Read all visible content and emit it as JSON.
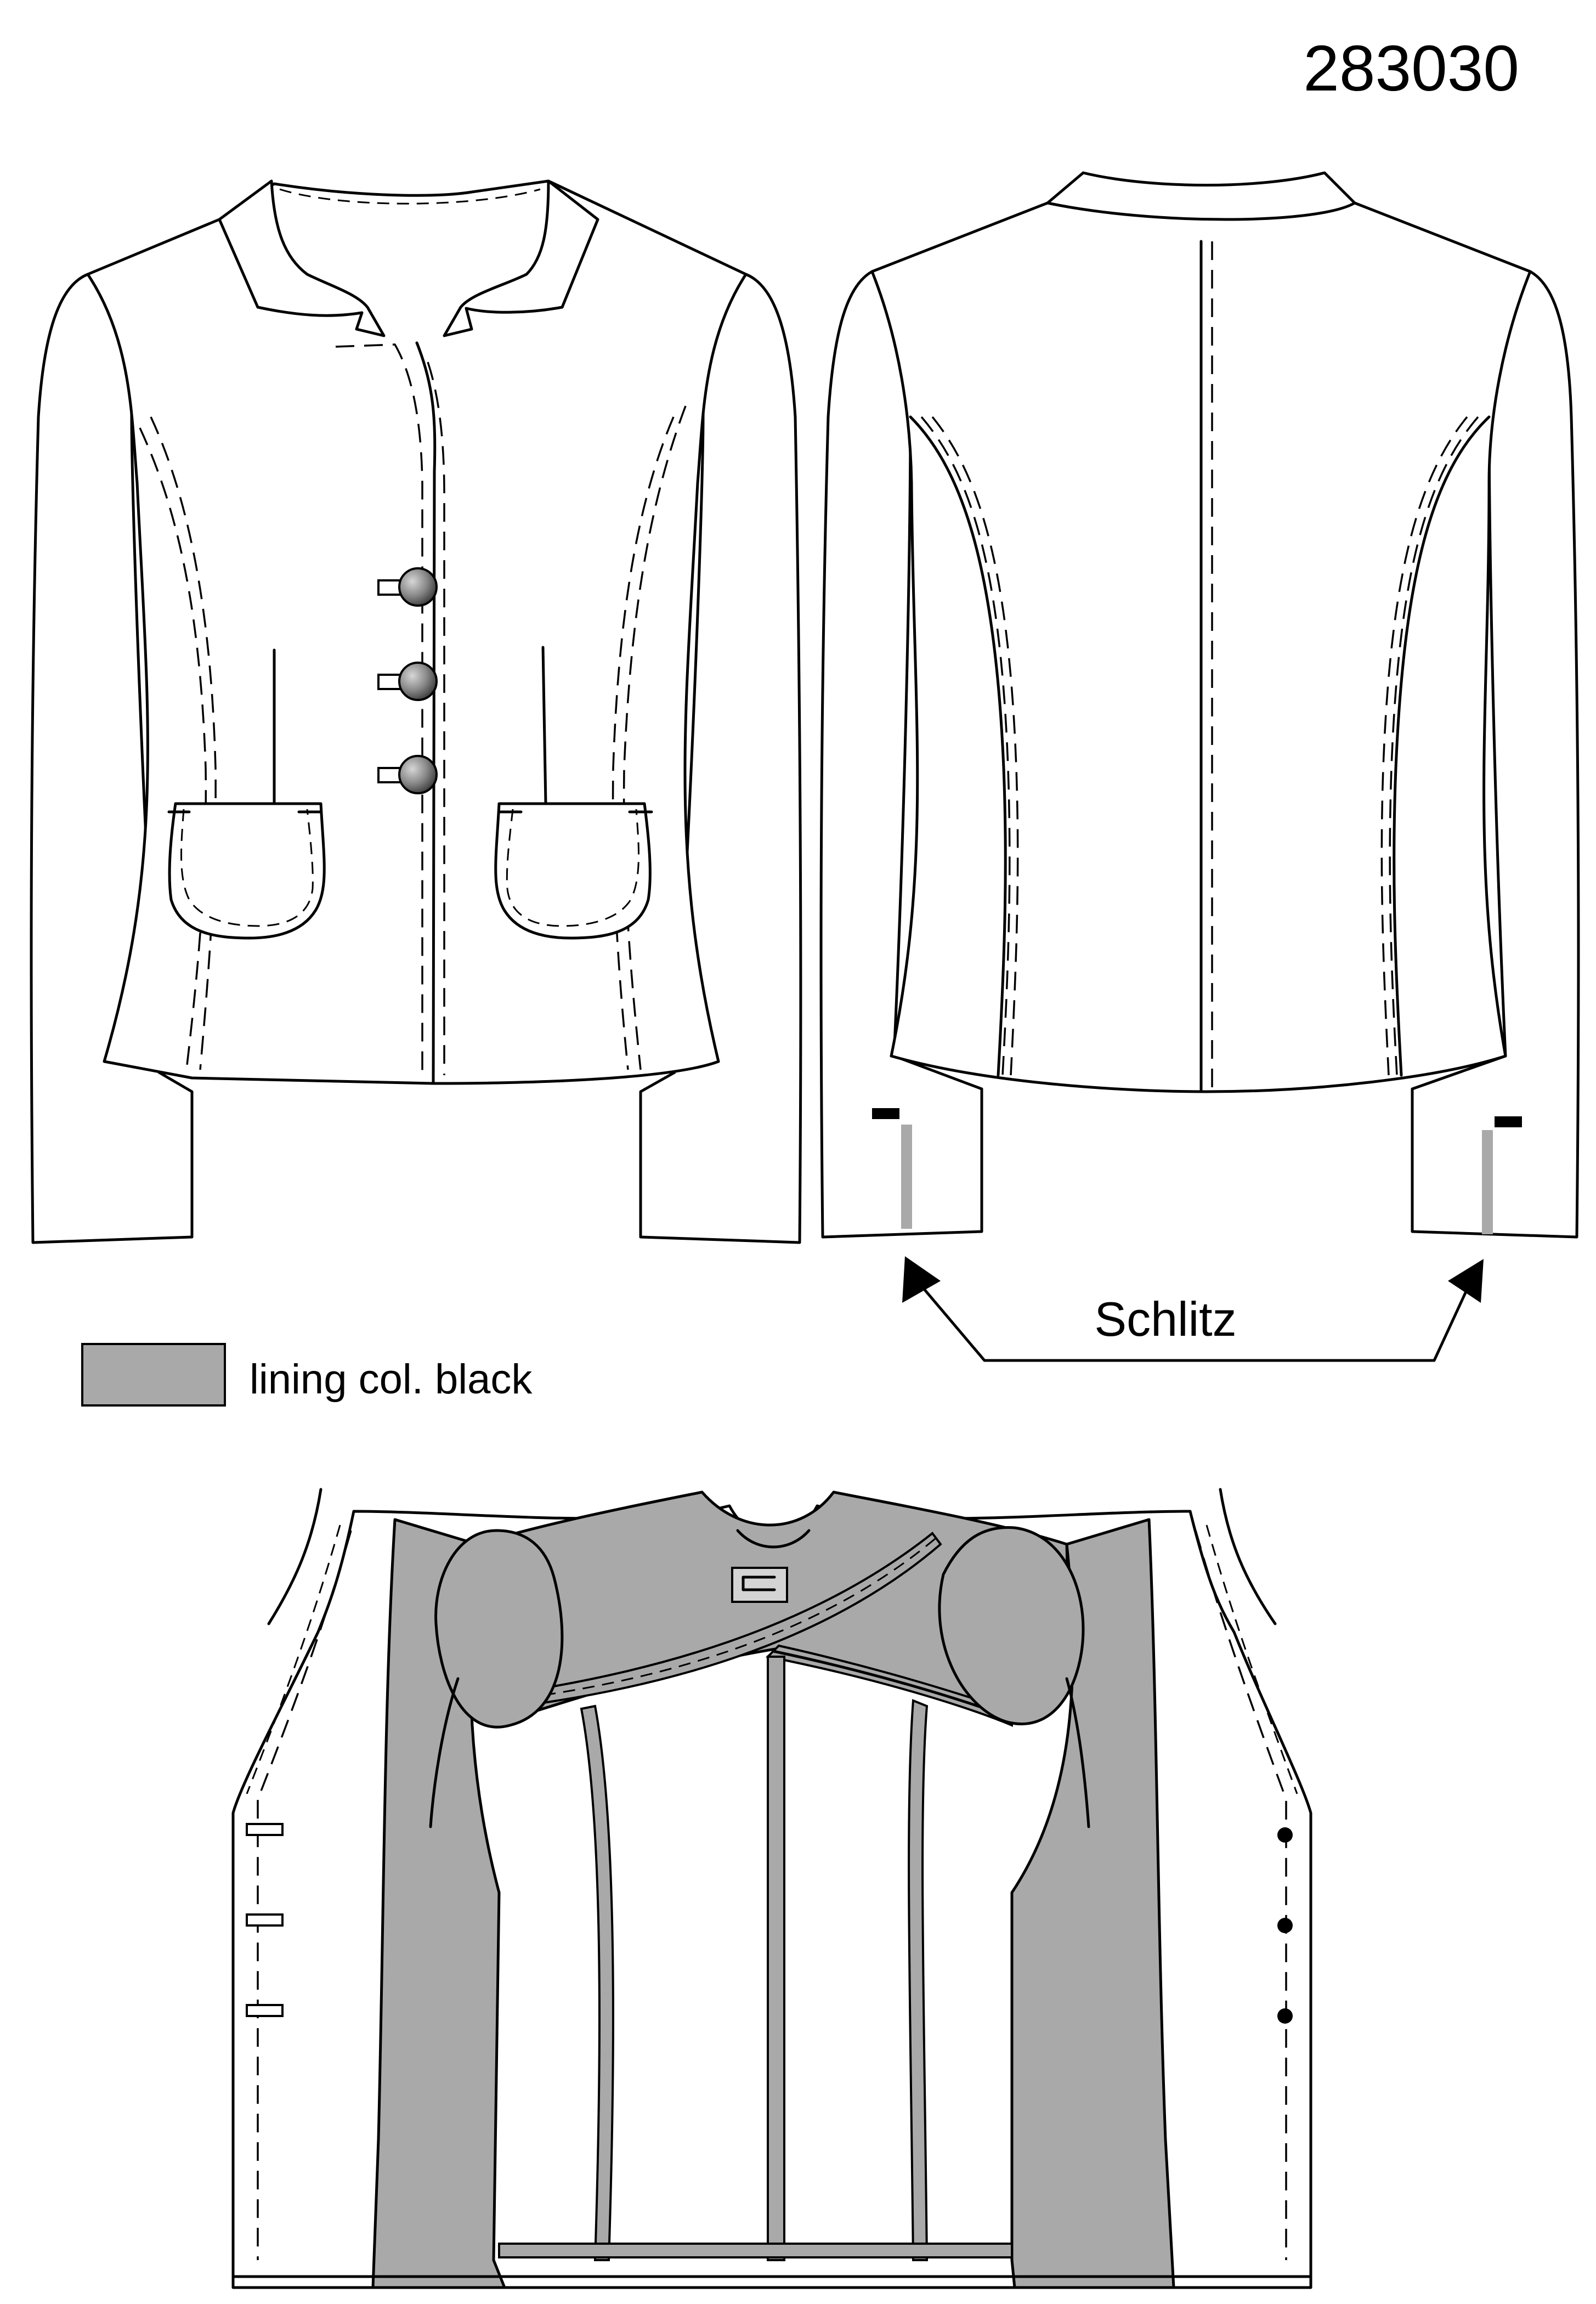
{
  "article_number": "283030",
  "slit_label": "Schlitz",
  "legend": {
    "label": "lining col. black",
    "swatch_color": "#a9a9a9"
  },
  "colors": {
    "outline": "#000000",
    "lining": "#a9a9a9",
    "button": "#7a7a7a",
    "background": "#ffffff"
  },
  "icons": {
    "button": "round-button-icon",
    "arrow": "arrowhead-icon"
  }
}
